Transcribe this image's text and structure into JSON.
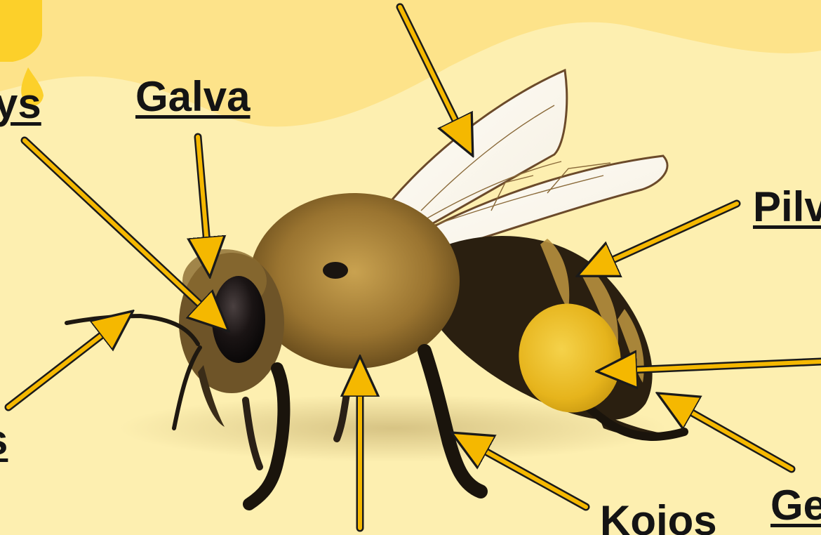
{
  "labels": {
    "galva": "Galva",
    "akys_partial": "ys",
    "antenos_partial": "s",
    "pilvelis_partial": "Pilv",
    "kojos": "Kojos",
    "geluonis_partial": "Ge"
  },
  "colors": {
    "background": "#fdefb0",
    "background_wave": "#fde38a",
    "corner_accent": "#fcd02a",
    "arrow": "#f5b800",
    "arrow_outline": "#1a1a1a",
    "label_text": "#141414",
    "pollen": "#e8b718",
    "bee_body": "#5a4218",
    "bee_fur": "#b08a3c"
  }
}
